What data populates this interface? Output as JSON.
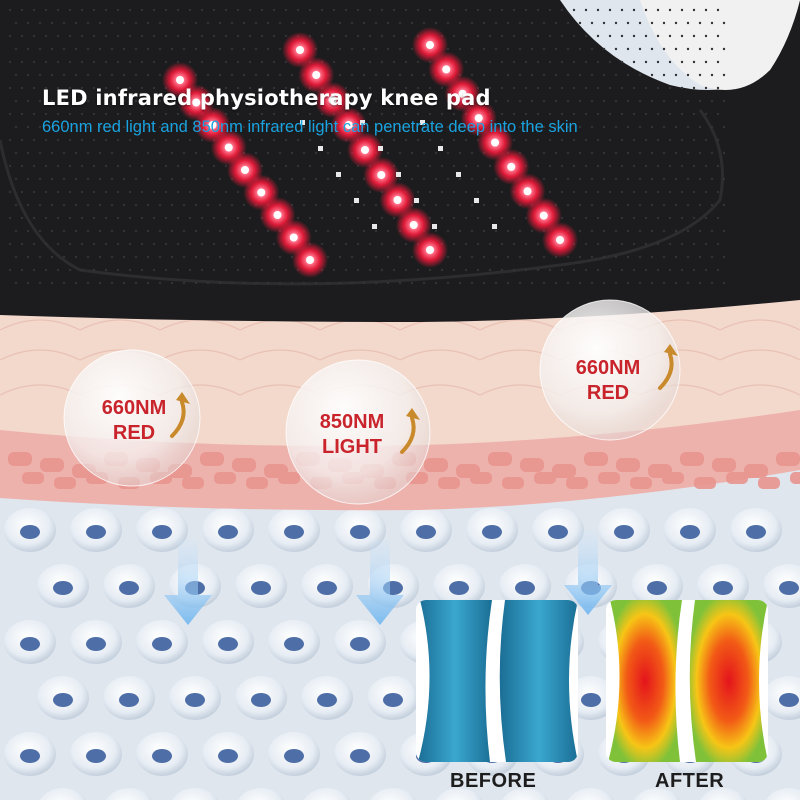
{
  "banner": {
    "title": "LED infrared physiotherapy knee pad",
    "subtitle": "660nm red light and 850nm infrared light can penetrate deep into the skin"
  },
  "bubbles": [
    {
      "line1": "660NM",
      "line2": "RED"
    },
    {
      "line1": "850NM",
      "line2": "LIGHT"
    },
    {
      "line1": "660NM",
      "line2": "RED"
    }
  ],
  "comparison": {
    "before_label": "BEFORE",
    "after_label": "AFTER"
  },
  "colors": {
    "pad": "#1c1c1e",
    "led_red": "#ff1a3c",
    "title_text": "#ffffff",
    "subtitle_text": "#1aa3e0",
    "bubble_text": "#c9242c",
    "skin": "#f3d8cc",
    "cells": "#d9e2ec"
  }
}
